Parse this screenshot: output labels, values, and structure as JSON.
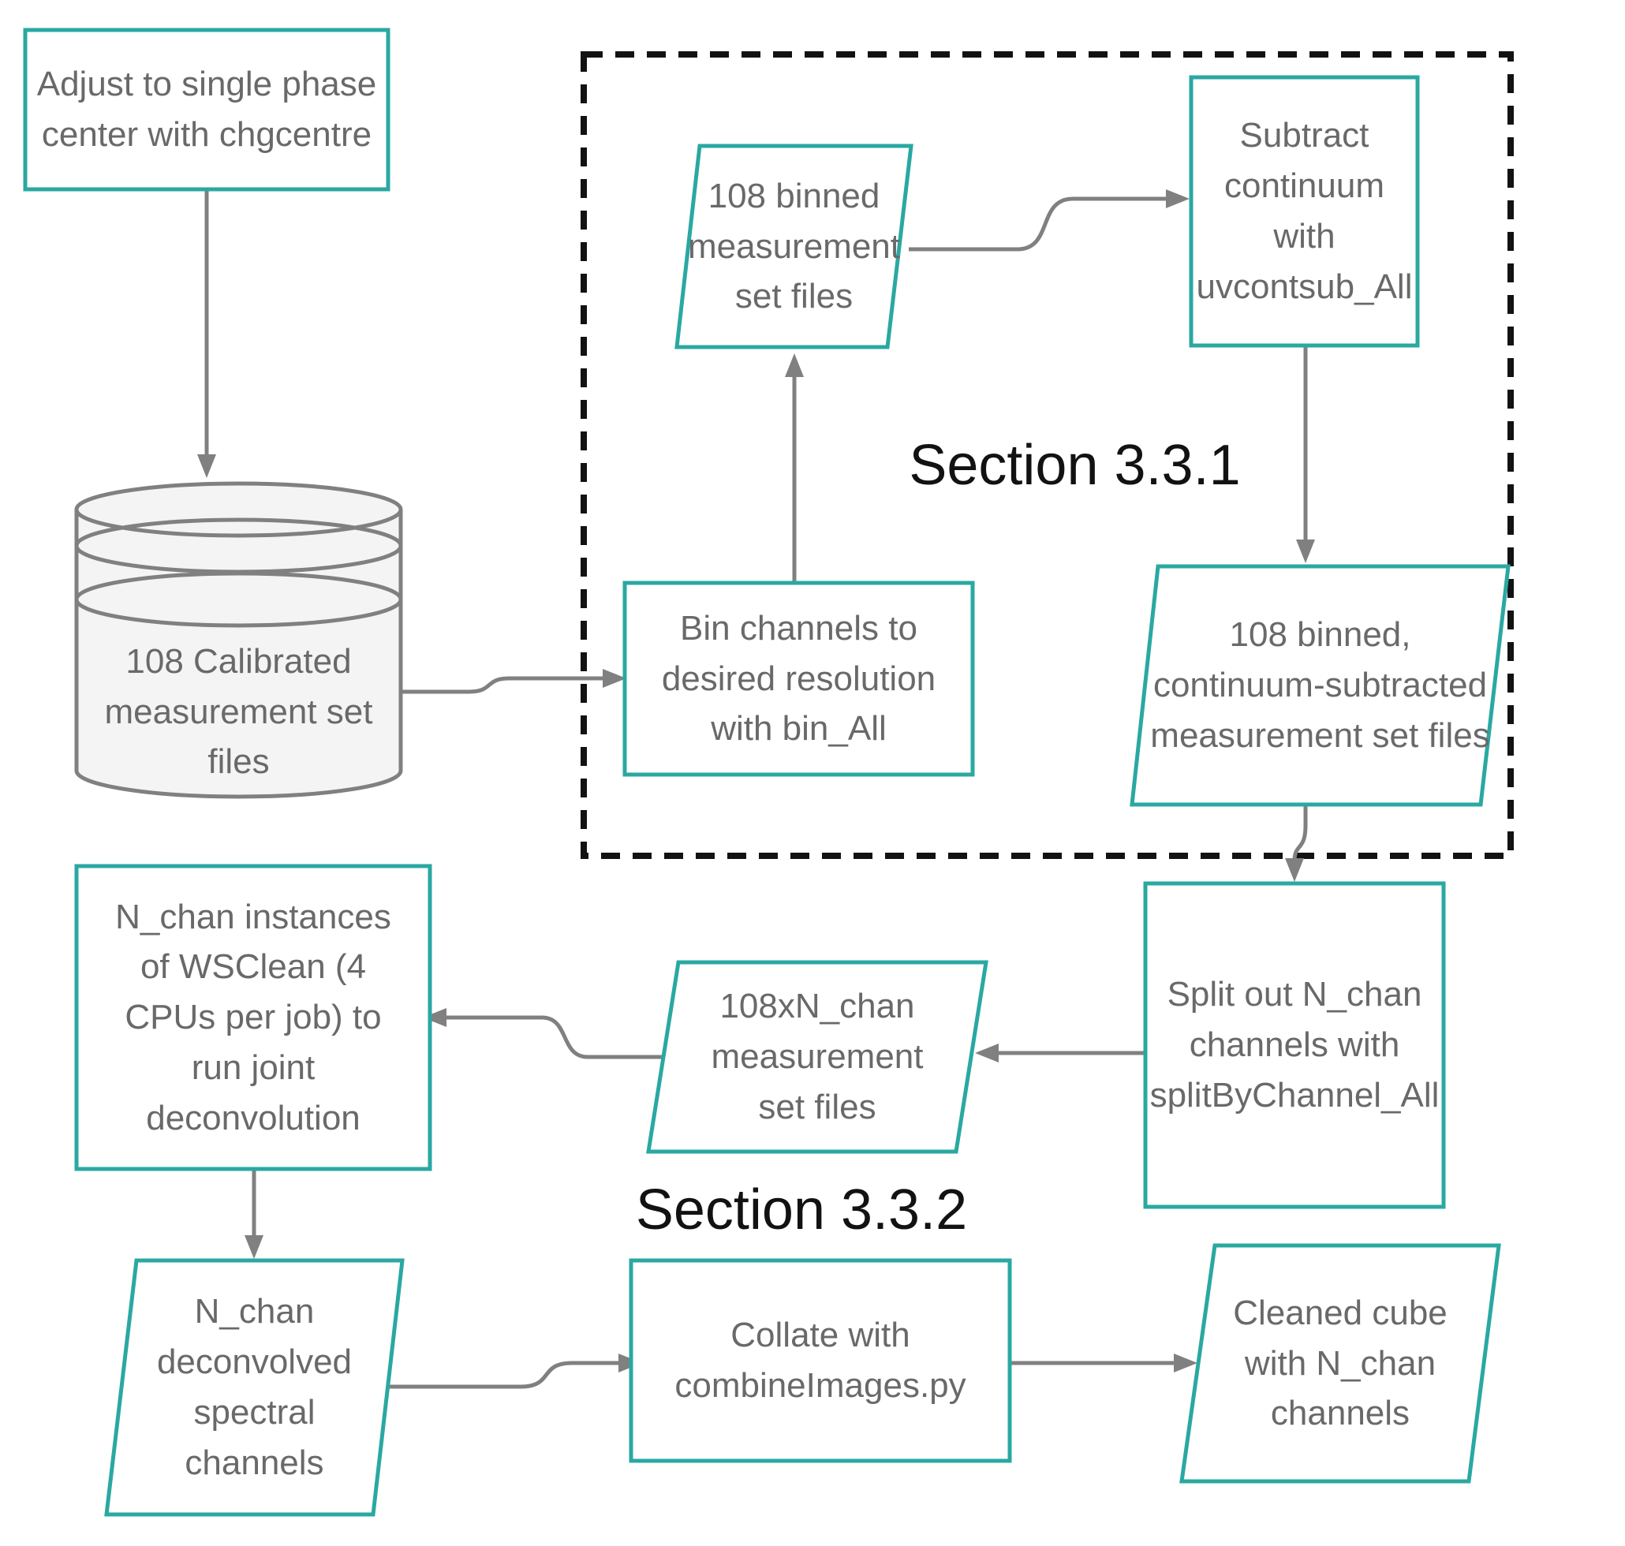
{
  "diagram": {
    "title": "Data reduction pipeline flowchart",
    "colors": {
      "node_border_teal": "#2aa8a2",
      "arrow_gray": "#808080",
      "text_gray": "#696969",
      "section_border_black": "#121212",
      "cylinder_fill": "#f4f4f4",
      "background": "#ffffff"
    },
    "sections": {
      "s331": {
        "label": "Section 3.3.1"
      },
      "s332": {
        "label": "Section 3.3.2"
      }
    },
    "nodes": {
      "adjust": {
        "shape": "rectangle",
        "label": "Adjust to single phase\ncenter with chgcentre"
      },
      "calibrated": {
        "shape": "cylinder",
        "label": "108 Calibrated\nmeasurement set\nfiles"
      },
      "binned": {
        "shape": "parallelogram",
        "label": "108 binned\nmeasurement\nset  files"
      },
      "subtract": {
        "shape": "rectangle",
        "label": "Subtract\ncontinuum\nwith\nuvcontsub_All"
      },
      "bin": {
        "shape": "rectangle",
        "label": "Bin channels to\ndesired resolution\nwith bin_All"
      },
      "contsub": {
        "shape": "parallelogram",
        "label": "108 binned,\ncontinuum-subtracted\nmeasurement set files"
      },
      "split": {
        "shape": "rectangle",
        "label": "Split out N_chan\nchannels with\nsplitByChannel_All"
      },
      "msfiles": {
        "shape": "parallelogram",
        "label": "108xN_chan\nmeasurement\nset files"
      },
      "wsclean": {
        "shape": "rectangle",
        "label": "N_chan instances\nof WSClean (4\nCPUs per job) to\nrun joint\ndeconvolution"
      },
      "deconv": {
        "shape": "parallelogram",
        "label": "N_chan\ndeconvolved\nspectral\nchannels"
      },
      "collate": {
        "shape": "rectangle",
        "label": "Collate with\ncombineImages.py"
      },
      "cube": {
        "shape": "parallelogram",
        "label": "Cleaned cube\nwith N_chan\nchannels"
      }
    },
    "edges": [
      {
        "from": "adjust",
        "to": "calibrated"
      },
      {
        "from": "calibrated",
        "to": "bin"
      },
      {
        "from": "bin",
        "to": "binned"
      },
      {
        "from": "binned",
        "to": "subtract"
      },
      {
        "from": "subtract",
        "to": "contsub"
      },
      {
        "from": "contsub",
        "to": "split"
      },
      {
        "from": "split",
        "to": "msfiles"
      },
      {
        "from": "msfiles",
        "to": "wsclean"
      },
      {
        "from": "wsclean",
        "to": "deconv"
      },
      {
        "from": "deconv",
        "to": "collate"
      },
      {
        "from": "collate",
        "to": "cube"
      }
    ]
  }
}
